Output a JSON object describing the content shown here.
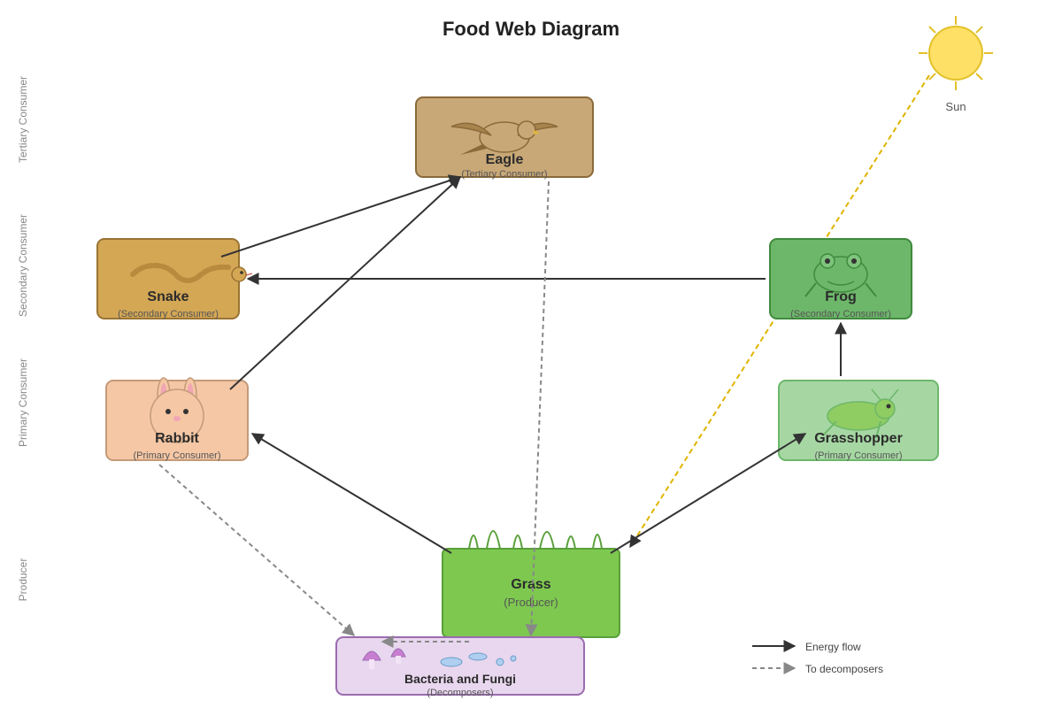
{
  "title": "Food Web Diagram",
  "levels": [
    "Tertiary Consumer",
    "Secondary Consumer",
    "Primary Consumer",
    "Producer"
  ],
  "sun_label": "Sun",
  "nodes": {
    "eagle": {
      "name": "Eagle",
      "role": "(Tertiary Consumer)"
    },
    "snake": {
      "name": "Snake",
      "role": "(Secondary Consumer)"
    },
    "frog": {
      "name": "Frog",
      "role": "(Secondary Consumer)"
    },
    "rabbit": {
      "name": "Rabbit",
      "role": "(Primary Consumer)"
    },
    "grasshopper": {
      "name": "Grasshopper",
      "role": "(Primary Consumer)"
    },
    "grass": {
      "name": "Grass",
      "role": "(Producer)"
    },
    "decomposers": {
      "name": "Bacteria and Fungi",
      "role": "(Decomposers)"
    }
  },
  "legend": {
    "energy": "Energy flow",
    "decomp": "To decomposers"
  },
  "colors": {
    "eagle": "#c9a877",
    "snake": "#d4a755",
    "frog": "#6db76a",
    "rabbit": "#f5c7a5",
    "grasshopper": "#a6d7a3",
    "grass": "#7ec850",
    "decomposers": "#e8d7ef",
    "sun": "#ffe066"
  }
}
